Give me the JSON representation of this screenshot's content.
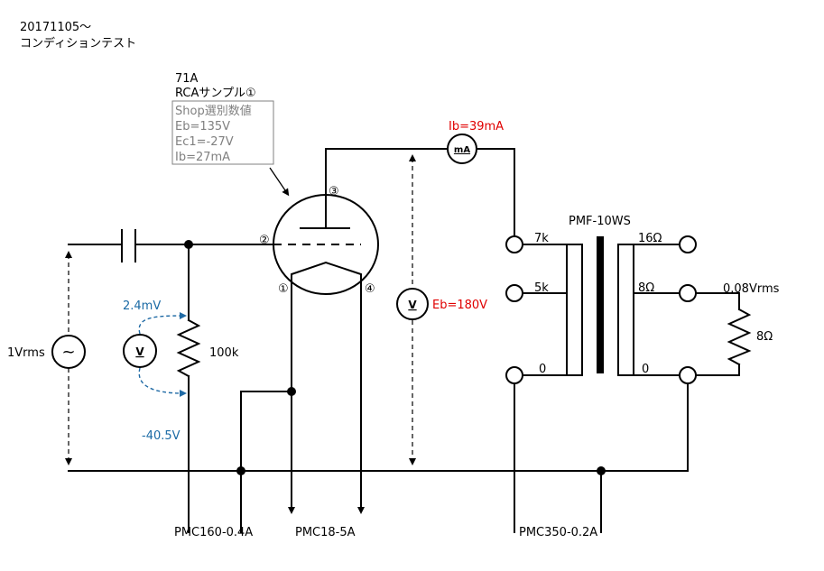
{
  "header": {
    "date": "20171105〜",
    "title": "コンディションテスト"
  },
  "tube": {
    "type": "71A",
    "sample": "RCAサンプル①",
    "shop_title": "Shop選別数値",
    "eb": "Eb=135V",
    "ec1": "Ec1=-27V",
    "ib": "Ib=27mA",
    "pin_plate": "③",
    "pin_grid": "②",
    "pin_fil1": "①",
    "pin_fil4": "④"
  },
  "measurements": {
    "ib_meter": "mA",
    "ib_value": "Ib=39mA",
    "eb_meter": "V",
    "eb_value": "Eb=180V",
    "grid_meter": "V",
    "grid_top": "2.4mV",
    "grid_bottom": "-40.5V",
    "source_symbol": "~",
    "source": "1Vrms",
    "resistor": "100k",
    "output": "0.08Vrms",
    "load": "8Ω"
  },
  "transformer": {
    "name": "PMF-10WS",
    "tap_7k": "7k",
    "tap_5k": "5k",
    "tap_0p": "0",
    "tap_16": "16Ω",
    "tap_8": "8Ω",
    "tap_0s": "0"
  },
  "supplies": {
    "filament_bias": "PMC160-0.4A",
    "filament": "PMC18-5A",
    "plate": "PMC350-0.2A"
  }
}
